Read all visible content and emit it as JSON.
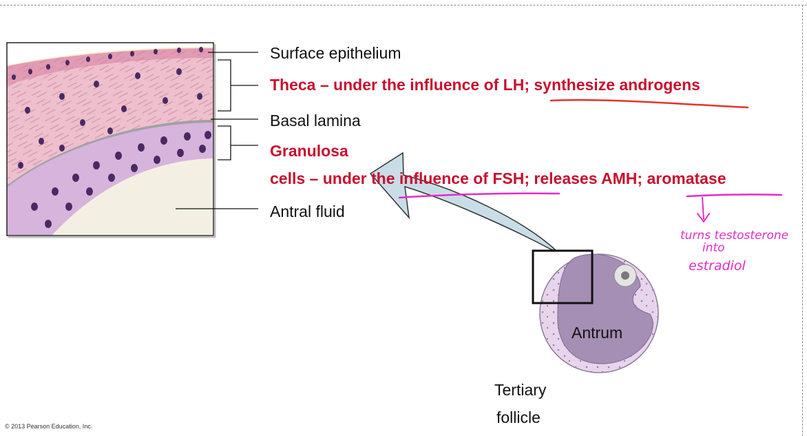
{
  "labels": {
    "surface_epithelium": "Surface epithelium",
    "theca": "Theca – under the influence of LH; synthesize androgens",
    "basal_lamina": "Basal lamina",
    "granulosa_line1": "Granulosa",
    "granulosa_line2": "cells – under the influence of FSH; releases AMH; aromatase",
    "antral_fluid": "Antral fluid",
    "antrum": "Antrum",
    "tertiary_line1": "Tertiary",
    "tertiary_line2": "follicle"
  },
  "annotation": {
    "line1": "turns testosterone",
    "line2": "into",
    "line3": "estradiol"
  },
  "copyright": "© 2013 Pearson Education, Inc.",
  "colors": {
    "red_label": "#c8102e",
    "handwriting": "#e62bc4",
    "underline_red": "#e8322a",
    "arrow_fill": "#c9dde6",
    "theca_pink": "#e3a8bc",
    "granulosa_purple": "#d3b0da",
    "antral_fluid": "#f1efe2"
  }
}
